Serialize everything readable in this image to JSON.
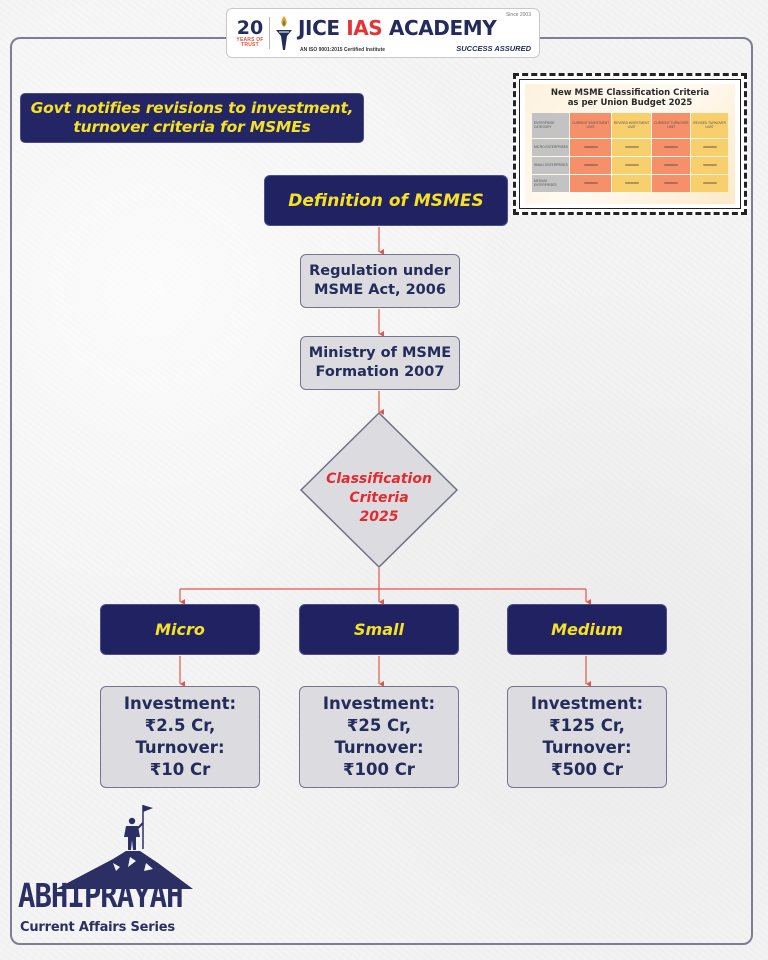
{
  "logo": {
    "years_number": "20",
    "years_text": "YEARS OF TRUST",
    "name_part1": "JICE ",
    "name_part2": "IAS",
    "name_part3": " ACADEMY",
    "since": "Since 2003",
    "iso": "AN ISO 9001:2015 Certified Institute",
    "tagline": "SUCCESS ASSURED"
  },
  "headline": {
    "line1": "Govt notifies revisions to investment,",
    "line2": "turnover criteria for MSMEs"
  },
  "thumbnail": {
    "title_line1": "New MSME Classification Criteria",
    "title_line2": "as per Union Budget 2025",
    "headers": [
      "Enterprise Category",
      "Current Investment Limit",
      "Revised Investment Limit",
      "Current Turnover Limit",
      "Revised Turnover Limit"
    ],
    "rows": [
      "Micro Enterprises",
      "Small Enterprises",
      "Medium Enterprises"
    ]
  },
  "flow": {
    "definition": "Definition of MSMES",
    "regulation_line1": "Regulation under",
    "regulation_line2": "MSME Act, 2006",
    "ministry_line1": "Ministry of MSME",
    "ministry_line2": "Formation 2007",
    "decision_line1": "Classification",
    "decision_line2": "Criteria",
    "decision_line3": "2025",
    "categories": [
      {
        "name": "Micro",
        "investment_label": "Investment:",
        "investment": "₹2.5 Cr,",
        "turnover_label": "Turnover:",
        "turnover": "₹10 Cr"
      },
      {
        "name": "Small",
        "investment_label": "Investment:",
        "investment": "₹25 Cr,",
        "turnover_label": "Turnover:",
        "turnover": "₹100 Cr"
      },
      {
        "name": "Medium",
        "investment_label": "Investment:",
        "investment": "₹125 Cr,",
        "turnover_label": "Turnover:",
        "turnover": "₹500 Cr"
      }
    ]
  },
  "brand": {
    "wordmark": "ABHIPRAYAH",
    "series": "Current Affairs Series"
  },
  "colors": {
    "navy": "#212262",
    "yellow": "#f6e225",
    "red": "#e32b2f",
    "connector": "#e2574a",
    "grey_box": "#dcdce0"
  }
}
